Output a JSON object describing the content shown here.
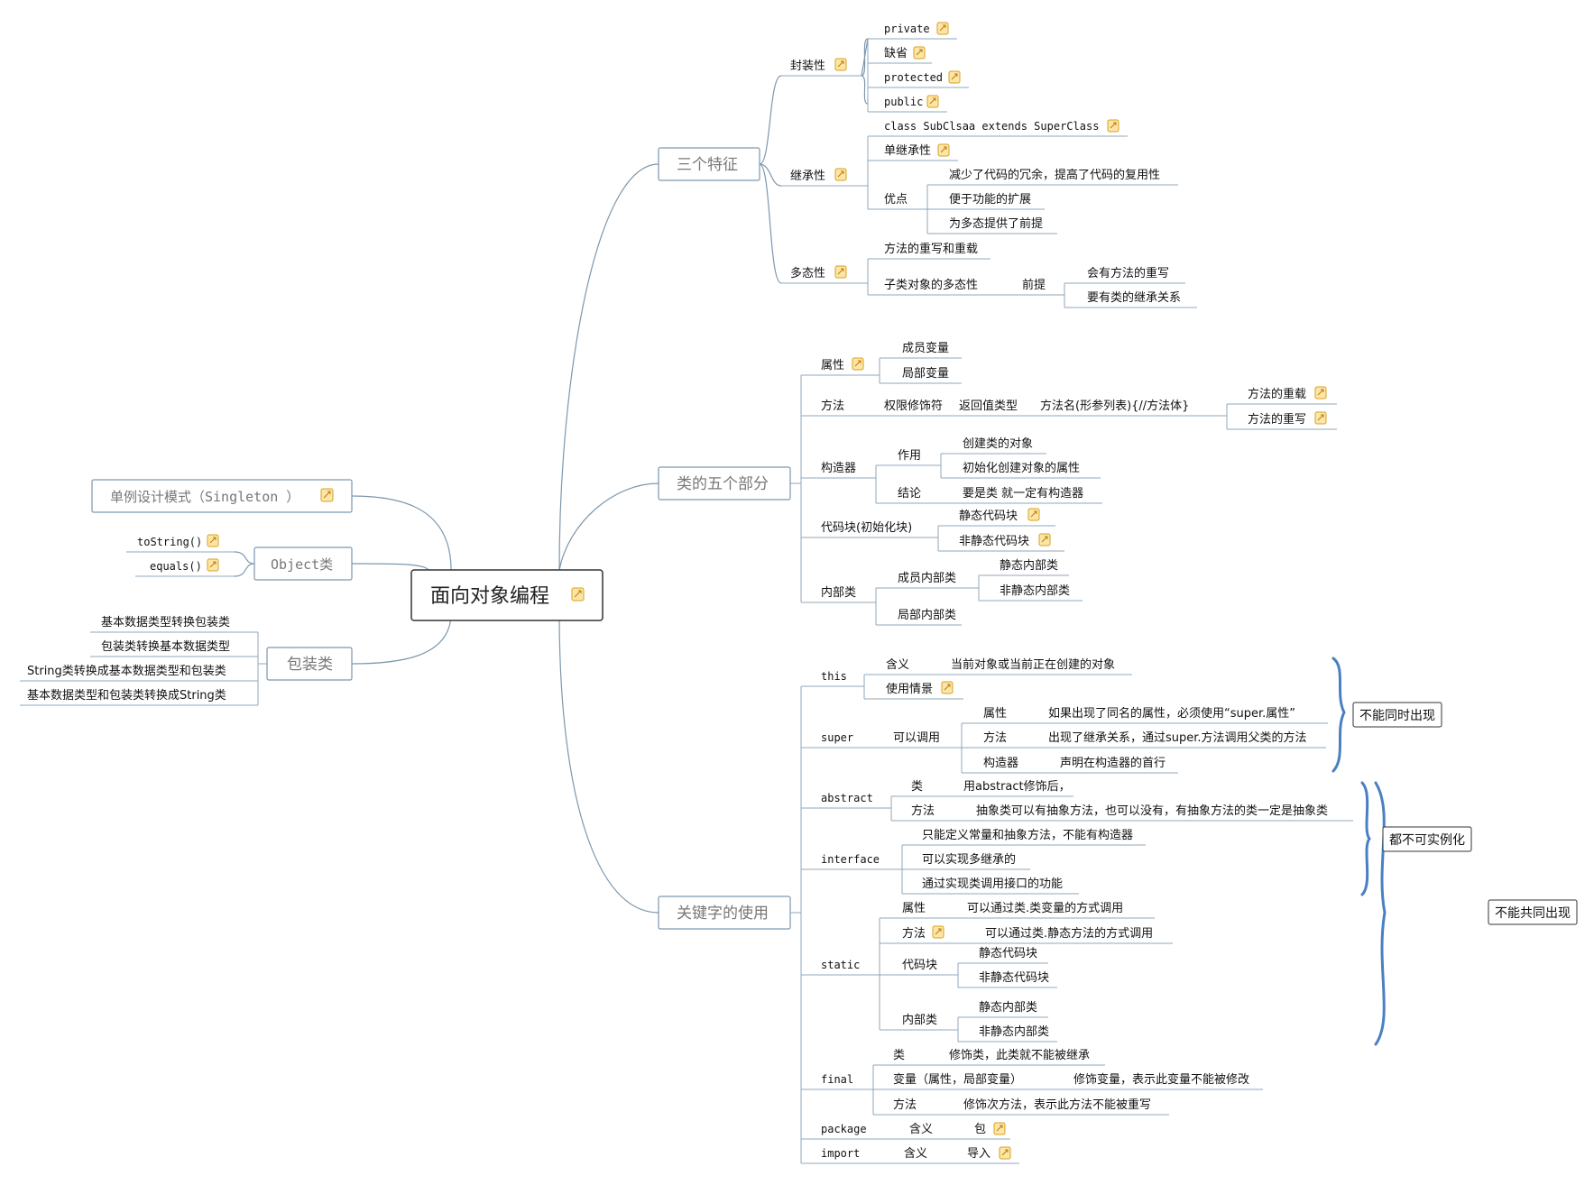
{
  "root": {
    "label": "面向对象编程",
    "note_icon": "note-icon"
  },
  "branches": {
    "three_features": {
      "label": "三个特征",
      "encapsulation": {
        "label": "封装性",
        "items": [
          "private",
          "缺省",
          "protected",
          "public"
        ]
      },
      "inheritance": {
        "label": "继承性",
        "syntax": "class SubClsaa extends SuperClass",
        "single": "单继承性",
        "advantages_label": "优点",
        "advantages": [
          "减少了代码的冗余，提高了代码的复用性",
          "便于功能的扩展",
          "为多态提供了前提"
        ]
      },
      "polymorphism": {
        "label": "多态性",
        "override_overload": "方法的重写和重载",
        "subclass_poly": "子类对象的多态性",
        "premise_label": "前提",
        "premises": [
          "会有方法的重写",
          "要有类的继承关系"
        ]
      }
    },
    "class_parts": {
      "label": "类的五个部分",
      "attribute": {
        "label": "属性",
        "items": [
          "成员变量",
          "局部变量"
        ]
      },
      "method": {
        "label": "方法",
        "chain": [
          "权限修饰符",
          "返回值类型",
          "方法名(形参列表){//方法体}"
        ],
        "items": [
          "方法的重载",
          "方法的重写"
        ]
      },
      "constructor": {
        "label": "构造器",
        "function_label": "作用",
        "functions": [
          "创建类的对象",
          "初始化创建对象的属性"
        ],
        "conclusion_label": "结论",
        "conclusion": "要是类 就一定有构造器"
      },
      "code_block": {
        "label": "代码块(初始化块)",
        "items": [
          "静态代码块",
          "非静态代码块"
        ]
      },
      "inner_class": {
        "label": "内部类",
        "member_label": "成员内部类",
        "members": [
          "静态内部类",
          "非静态内部类"
        ],
        "local_label": "局部内部类"
      }
    },
    "keywords": {
      "label": "关键字的使用",
      "this": {
        "label": "this",
        "meaning_label": "含义",
        "meaning": "当前对象或当前正在创建的对象",
        "usage": "使用情景"
      },
      "super": {
        "label": "super",
        "can_call": "可以调用",
        "rows": [
          {
            "label": "属性",
            "desc": "如果出现了同名的属性，必须使用“super.属性”"
          },
          {
            "label": "方法",
            "desc": "出现了继承关系，通过super.方法调用父类的方法"
          },
          {
            "label": "构造器",
            "desc": "声明在构造器的首行"
          }
        ]
      },
      "abstract": {
        "label": "abstract",
        "rows": [
          {
            "label": "类",
            "desc": "用abstract修饰后，"
          },
          {
            "label": "方法",
            "desc": "抽象类可以有抽象方法，也可以没有，有抽象方法的类一定是抽象类"
          }
        ]
      },
      "interface": {
        "label": "interface",
        "items": [
          "只能定义常量和抽象方法，不能有构造器",
          "可以实现多继承的",
          "通过实现类调用接口的功能"
        ]
      },
      "static": {
        "label": "static",
        "attr": {
          "label": "属性",
          "desc": "可以通过类.类变量的方式调用"
        },
        "method": {
          "label": "方法",
          "desc": "可以通过类.静态方法的方式调用"
        },
        "block": {
          "label": "代码块",
          "items": [
            "静态代码块",
            "非静态代码块"
          ]
        },
        "inner": {
          "label": "内部类",
          "items": [
            "静态内部类",
            "非静态内部类"
          ]
        }
      },
      "final": {
        "label": "final",
        "rows": [
          {
            "label": "类",
            "desc": "修饰类，此类就不能被继承"
          },
          {
            "label": "变量（属性，局部变量）",
            "desc": "修饰变量，表示此变量不能被修改"
          },
          {
            "label": "方法",
            "desc": "修饰次方法，表示此方法不能被重写"
          }
        ]
      },
      "package": {
        "label": "package",
        "meaning_label": "含义",
        "meaning": "包"
      },
      "import": {
        "label": "import",
        "meaning_label": "含义",
        "meaning": "导入"
      }
    },
    "singleton": {
      "label": "单例设计模式（Singleton ）"
    },
    "object_class": {
      "label": "Object类",
      "items": [
        "toString()",
        "equals()"
      ]
    },
    "wrapper_class": {
      "label": "包装类",
      "items": [
        "基本数据类型转换包装类",
        "包装类转换基本数据类型",
        "String类转换成基本数据类型和包装类",
        "基本数据类型和包装类转换成String类"
      ]
    }
  },
  "side_notes": {
    "cannot_coexist": "不能同时出现",
    "not_instantiable": "都不可实例化",
    "cannot_appear_together": "不能共同出现"
  },
  "colors": {
    "connector": "#7c97ad",
    "brace": "#4a7fc1",
    "note_icon_fill": "#fbe6a8",
    "main_text": "#777777"
  }
}
